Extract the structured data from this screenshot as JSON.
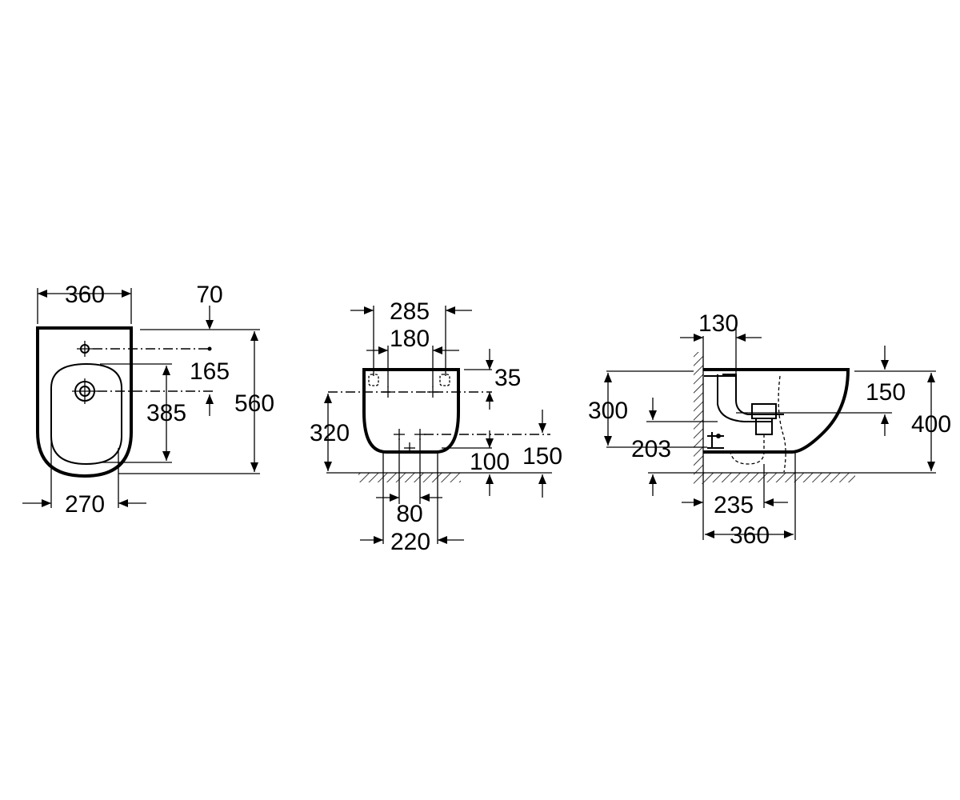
{
  "views": {
    "top": {
      "dims": {
        "width_top": "360",
        "offset_top": "70",
        "offset_mid": "165",
        "bowl_length": "385",
        "total_length": "560",
        "width_bottom": "270"
      }
    },
    "front": {
      "dims": {
        "fix_outer": "285",
        "fix_inner": "180",
        "fix_height": "35",
        "height_fix": "320",
        "waste_height": "150",
        "waste_low": "100",
        "inlet_spacing": "80",
        "base_width": "220"
      }
    },
    "side": {
      "dims": {
        "wall_offset": "130",
        "rim_to_fix": "150",
        "height_300": "300",
        "total_height": "400",
        "waste_height": "203",
        "waste_offset": "235",
        "depth": "360"
      }
    }
  }
}
